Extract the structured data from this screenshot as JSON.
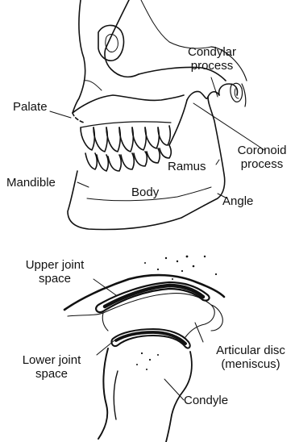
{
  "labels": {
    "condylar_process": [
      "Condylar",
      "process"
    ],
    "palate": "Palate",
    "coronoid_process": [
      "Coronoid",
      "process"
    ],
    "ramus": "Ramus",
    "mandible": "Mandible",
    "body": "Body",
    "angle": "Angle",
    "upper_joint_space": [
      "Upper joint",
      "space"
    ],
    "articular_disc": [
      "Articular disc",
      "(meniscus)"
    ],
    "lower_joint_space": [
      "Lower joint",
      "space"
    ],
    "condyle": "Condyle"
  },
  "colors": {
    "ink": "#111111",
    "background": "#ffffff"
  }
}
